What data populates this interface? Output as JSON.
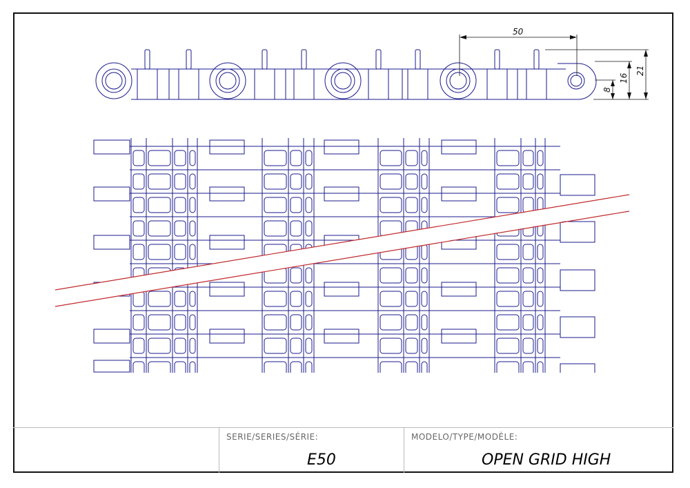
{
  "drawing": {
    "dimensions": {
      "pitch": "50",
      "height_total": "21",
      "height_mid": "16",
      "height_hole": "8"
    },
    "colors": {
      "outline": "#1a1a8c",
      "frame": "#111111",
      "cut_line": "#c0282a"
    }
  },
  "title_block": {
    "series_label": "SERIE/SERIES/SÉRIE:",
    "series_value": "E50",
    "type_label": "MODELO/TYPE/MODÈLE:",
    "type_value": "OPEN GRID HIGH"
  }
}
